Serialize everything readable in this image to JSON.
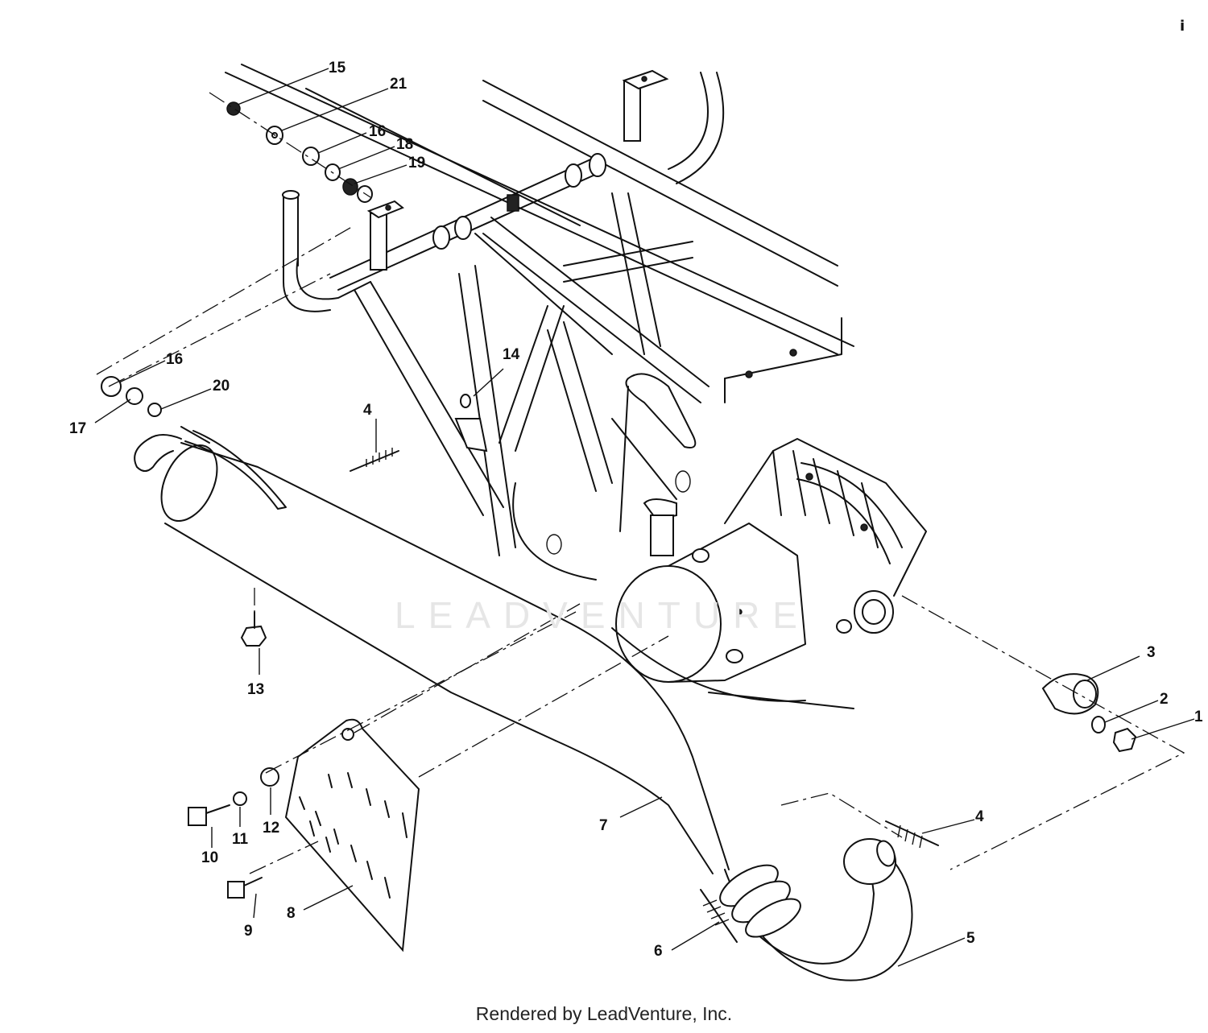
{
  "footer": {
    "text": "Rendered by LeadVenture, Inc."
  },
  "corner_mark": "i",
  "watermark": {
    "text": "LEADVENTURE"
  },
  "callouts": [
    {
      "id": "1",
      "label": "1"
    },
    {
      "id": "2",
      "label": "2"
    },
    {
      "id": "3",
      "label": "3"
    },
    {
      "id": "4a",
      "label": "4"
    },
    {
      "id": "4b",
      "label": "4"
    },
    {
      "id": "5",
      "label": "5"
    },
    {
      "id": "6",
      "label": "6"
    },
    {
      "id": "7",
      "label": "7"
    },
    {
      "id": "8",
      "label": "8"
    },
    {
      "id": "9",
      "label": "9"
    },
    {
      "id": "10",
      "label": "10"
    },
    {
      "id": "11",
      "label": "11"
    },
    {
      "id": "12",
      "label": "12"
    },
    {
      "id": "13",
      "label": "13"
    },
    {
      "id": "14",
      "label": "14"
    },
    {
      "id": "15",
      "label": "15"
    },
    {
      "id": "16a",
      "label": "16"
    },
    {
      "id": "16b",
      "label": "16"
    },
    {
      "id": "17",
      "label": "17"
    },
    {
      "id": "18",
      "label": "18"
    },
    {
      "id": "19",
      "label": "19"
    },
    {
      "id": "20",
      "label": "20"
    },
    {
      "id": "21",
      "label": "21"
    }
  ]
}
